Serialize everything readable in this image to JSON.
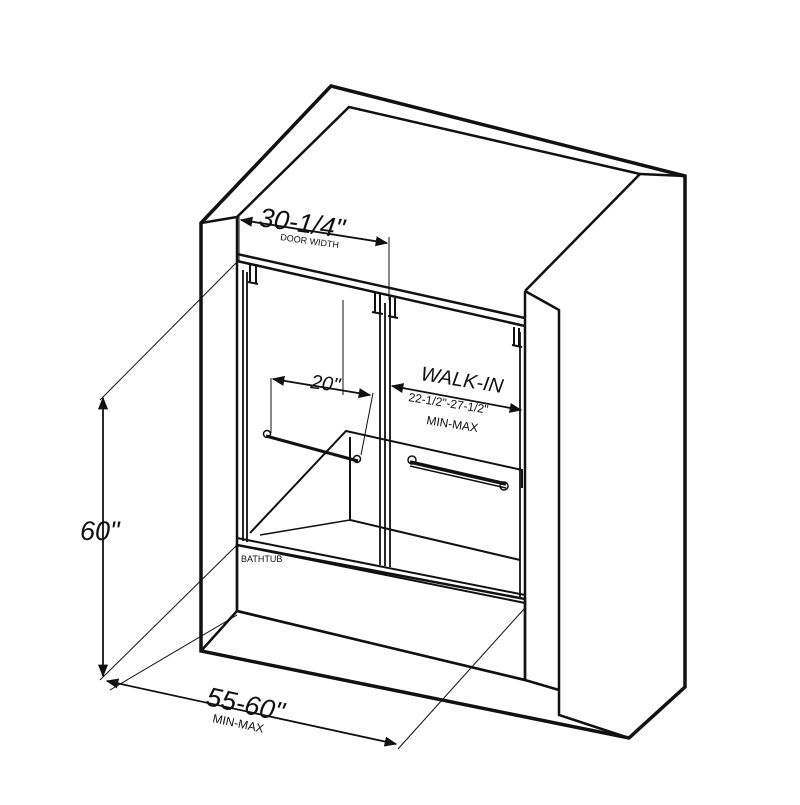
{
  "dimensions": {
    "door_width": {
      "value": "30-1/4\"",
      "label": "DOOR WIDTH"
    },
    "panel_width": {
      "value": "20\""
    },
    "walk_in": {
      "title": "WALK-IN",
      "range": "22-1/2\"-27-1/2\"",
      "label": "MIN-MAX"
    },
    "height": {
      "value": "60\""
    },
    "overall_width": {
      "value": "55-60\"",
      "label": "MIN-MAX"
    }
  },
  "labels": {
    "bathtub": "BATHTUB"
  },
  "colors": {
    "line": "#111111",
    "background": "#ffffff"
  }
}
